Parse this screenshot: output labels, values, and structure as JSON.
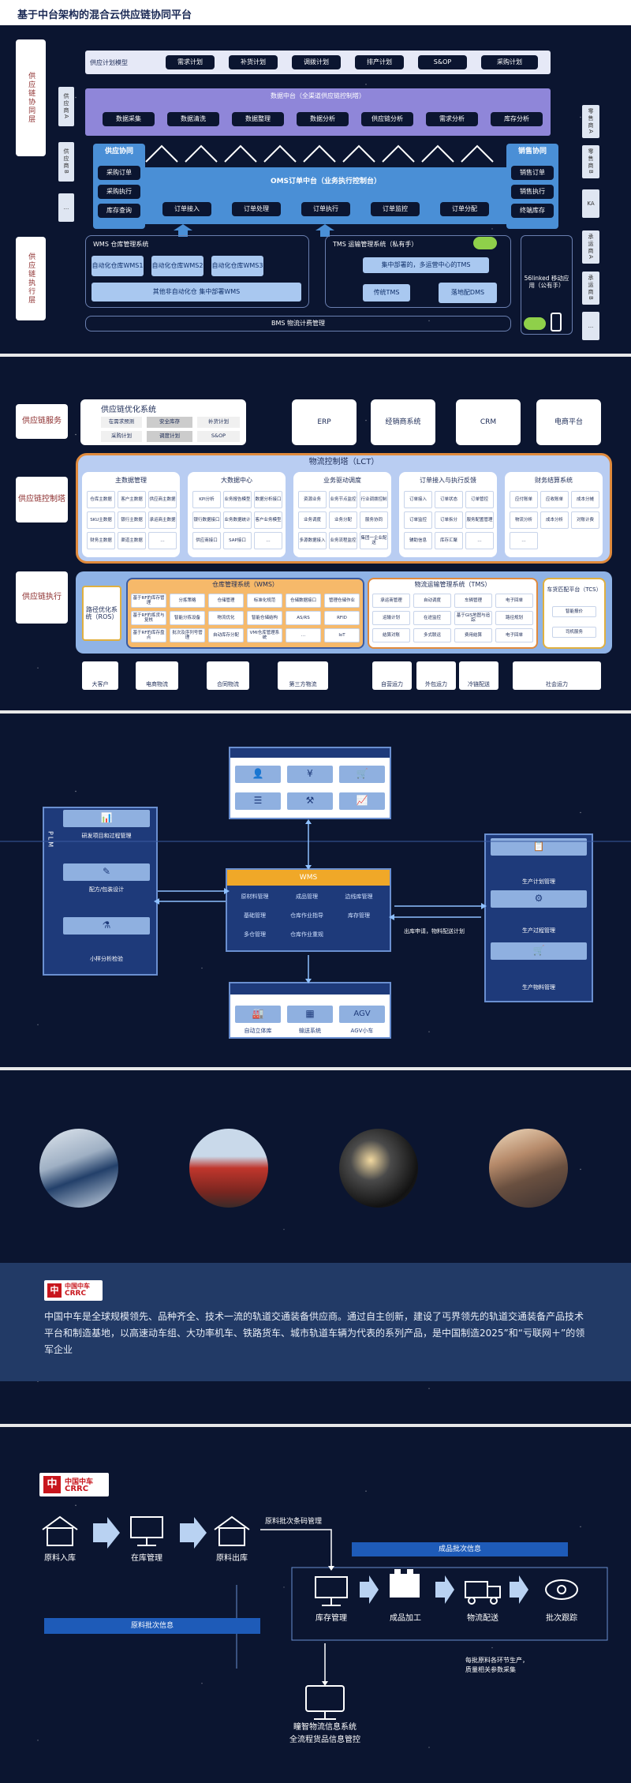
{
  "s1": {
    "title": "基于中台架构的混合云供应链协同平台",
    "layer_top": "供应链协同层",
    "layer_bottom": "供应链执行层",
    "left_tabs": [
      "供应商A",
      "供应商B",
      "..."
    ],
    "right_tabs": [
      "零售商A",
      "零售商B",
      "KA"
    ],
    "right_tabs2": [
      "承运商A",
      "承运商B",
      "..."
    ],
    "plan_label": "供应计划模型",
    "plan_items": [
      "需求计划",
      "补货计划",
      "调拨计划",
      "排产计划",
      "S&OP",
      "采购计划"
    ],
    "dc_title": "数据中台（全渠道供应链控制塔）",
    "dc_items": [
      "数据采集",
      "数据清洗",
      "数据整理",
      "数据分析",
      "供应链分析",
      "需求分析",
      "库存分析"
    ],
    "supply_title": "供应协同",
    "supply_items": [
      "采购订单",
      "采购执行",
      "库存查询"
    ],
    "sales_title": "销售协同",
    "sales_items": [
      "销售订单",
      "销售执行",
      "终端库存"
    ],
    "oms_title": "OMS订单中台（业务执行控制台）",
    "oms_items": [
      "订单接入",
      "订单处理",
      "订单执行",
      "订单监控",
      "订单分配"
    ],
    "wms_title": "WMS 仓库管理系统",
    "wms_items": [
      "自动化仓库WMS1",
      "自动化仓库WMS2",
      "自动化仓库WMS3"
    ],
    "wms_other": "其他非自动化仓 集中部署WMS",
    "tms_title": "TMS 运输管理系统（私有手）",
    "tms_center": "集中部署的，多运营中心的TMS",
    "tms_a": "传统TMS",
    "tms_b": "落地配DMS",
    "linked": "56linked 移动应用（公有手）",
    "bms": "BMS 物流计费管理"
  },
  "s2": {
    "rows": [
      "供应链服务",
      "供应链控制塔",
      "供应链执行"
    ],
    "opt_title": "供应链优化系统",
    "opt_items": [
      "在需求预测",
      "安全库存",
      "补货计划",
      "采购计划",
      "调度计划",
      "S&OP"
    ],
    "top_systems": [
      "ERP",
      "经销商系统",
      "CRM",
      "电商平台"
    ],
    "lct_title": "物流控制塔（LCT）",
    "lct_groups": [
      {
        "title": "主数据管理",
        "items": [
          "仓库主数据",
          "客户主数据",
          "供应商主数据",
          "SKU主数据",
          "银行主数据",
          "承运商主数据",
          "财务主数据",
          "渠道主数据",
          "…"
        ]
      },
      {
        "title": "大数据中心",
        "items": [
          "KPI分析",
          "业务报告模型",
          "数据分析接口",
          "银行数据接口",
          "业务数据统计",
          "客户业务模型",
          "供应商接口",
          "SAP接口",
          "…"
        ]
      },
      {
        "title": "业务驱动调度",
        "items": [
          "资源业务",
          "业务节点监控",
          "行业调拨控制",
          "业务调度",
          "业务分配",
          "服务协同",
          "多源数据接入",
          "业务流程监控",
          "集团一企业配送"
        ]
      },
      {
        "title": "订单接入与执行反馈",
        "items": [
          "订单接入",
          "订单状态",
          "订单管控",
          "订单监控",
          "订单拆分",
          "服务配置管理",
          "辅助信息",
          "库存汇聚",
          "…"
        ]
      },
      {
        "title": "财务结算系统",
        "items": [
          "应付账单",
          "应收账单",
          "成本分摊",
          "物流分析",
          "成本分析",
          "对账计费",
          "…"
        ]
      }
    ],
    "ros_label": "路径优化系统（ROS）",
    "wms_title": "仓库管理系统（WMS）",
    "wms_items": [
      "基于RF的库存管理",
      "分拣策略",
      "仓储管理",
      "标准化规范",
      "仓储数据接口",
      "管理仓储作业",
      "基于RF的拣货与复核",
      "智能分拣设备",
      "物流优化",
      "智能仓储结构",
      "AS/RS",
      "RFID",
      "基于RF的库存盘点",
      "批次及序列号管理",
      "自动库存分配",
      "VMI仓库管理系统",
      "…",
      "IoT"
    ],
    "tms_title": "物流运输管理系统（TMS）",
    "tms_items": [
      "承运商管理",
      "自动调度",
      "车辆管理",
      "电子回单",
      "运输计划",
      "在途监控",
      "基于GIS地图与追踪",
      "路径规划",
      "结算对账",
      "多式联运",
      "费用结算",
      "电子回单"
    ],
    "tcs_title": "车货匹配平台（TCS）",
    "tcs_items": [
      "智能报价",
      "司机服务"
    ],
    "bottom": [
      "大客户",
      "电商物流",
      "合同物流",
      "第三方物流",
      "自营运力",
      "外包运力",
      "冷链配送",
      "社会运力"
    ]
  },
  "s3": {
    "plm": "PLM",
    "plm_items": [
      "研发项目和过程管理",
      "配方/包装设计",
      "小样分析检验"
    ],
    "wms": "WMS",
    "wms_items": [
      "原材料管理",
      "成品管理",
      "边线库管理",
      "基础管理",
      "仓库作业指导",
      "库存管理",
      "多仓管理",
      "仓库作业重规"
    ],
    "bottom_items": [
      "自动立体库",
      "输送系统",
      "AGV小车"
    ],
    "right_items": [
      "生产计划管理",
      "生产过程管理",
      "生产物料管理"
    ],
    "note": "出库申请，物料配送计划"
  },
  "s4": {
    "logo_cn": "中国中车",
    "logo_en": "CRRC",
    "desc": "中国中车是全球规模领先、品种齐全、技术一流的轨道交通装备供应商。通过自主创新，建设了丐界领先的轨道交通装备产品技术平台和制造基地，以高速动车组、大功率机车、铁路货车、城市轨道车辆为代表的系列产品，是中国制造2025”和“亏联网＋”的领军企业"
  },
  "s5": {
    "logo_cn": "中国中车",
    "logo_en": "CRRC",
    "steps_top": [
      "原料入库",
      "在库管理",
      "原料出库"
    ],
    "batch_code": "原料批次条码管理",
    "product_info": "成品批次信息",
    "material_info": "原料批次信息",
    "steps_bottom": [
      "库存管理",
      "成品加工",
      "物流配送",
      "批次跟踪"
    ],
    "note_line1": "每批原料各环节生产，",
    "note_line2": "质量相关参数采集",
    "sys_line1": "瞳智物流信息系统",
    "sys_line2": "全流程货品信息管控"
  }
}
